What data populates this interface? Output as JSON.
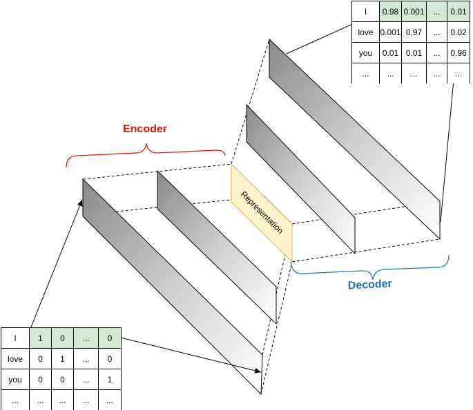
{
  "labels": {
    "encoder": "Encoder",
    "decoder": "Decoder",
    "representation": "Representation"
  },
  "colors": {
    "encoder": "#e51400",
    "decoder": "#1b6ec2",
    "representation_fill": "#fff2cc",
    "representation_stroke": "#d6b656",
    "highlight_row": "#d5e8d4"
  },
  "input_table": {
    "rows": [
      [
        "I",
        "1",
        "0",
        "...",
        "0"
      ],
      [
        "love",
        "0",
        "1",
        "...",
        "0"
      ],
      [
        "you",
        "0",
        "0",
        "...",
        "1"
      ],
      [
        "...",
        "...",
        "...",
        "...",
        "..."
      ]
    ]
  },
  "output_table": {
    "rows": [
      [
        "I",
        "0.98",
        "0.001",
        "...",
        "0.01"
      ],
      [
        "love",
        "0.001",
        "0.97",
        "...",
        "0.02"
      ],
      [
        "you",
        "0.01",
        "0.01",
        "...",
        "0.96"
      ],
      [
        "...",
        "...",
        "...",
        "...",
        "..."
      ]
    ]
  }
}
